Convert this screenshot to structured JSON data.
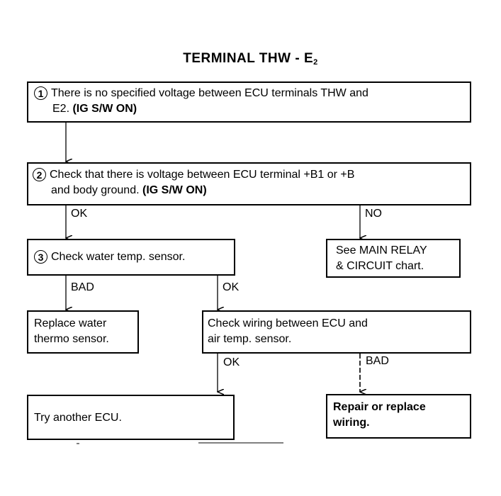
{
  "title": {
    "main": "TERMINAL THW - E",
    "subscript": "2"
  },
  "steps": {
    "step1": {
      "number": "1",
      "line1": "There is no specified voltage between ECU terminals THW and",
      "line2": "E2.",
      "condition": "(IG S/W ON)"
    },
    "step2": {
      "number": "2",
      "line1": "Check that there is voltage between ECU terminal +B1 or +B",
      "line2": "and body ground.",
      "condition": "(IG S/W ON)"
    },
    "step3": {
      "number": "3",
      "text": "Check water temp. sensor."
    },
    "main_relay": {
      "line1": "See MAIN RELAY",
      "line2": "& CIRCUIT chart."
    },
    "replace_sensor": {
      "line1": "Replace water",
      "line2": "thermo sensor."
    },
    "check_wiring": {
      "line1": "Check wiring between ECU and",
      "line2": "air temp. sensor."
    },
    "try_ecu": {
      "text": "Try another ECU."
    },
    "repair_wiring": {
      "line1": "Repair or replace",
      "line2": "wiring."
    }
  },
  "labels": {
    "step2_ok": "OK",
    "step2_no": "NO",
    "step3_bad": "BAD",
    "step3_ok": "OK",
    "wiring_ok": "OK",
    "wiring_bad": "BAD"
  }
}
